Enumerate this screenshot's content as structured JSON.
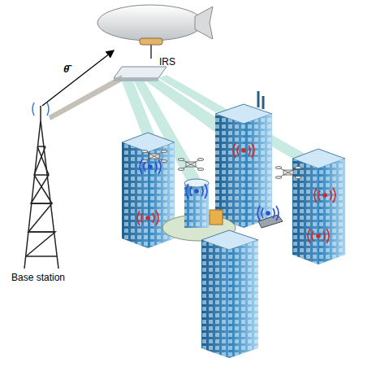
{
  "diagram": {
    "labels": [
      "IRS",
      "Base station",
      "θ̄"
    ]
  }
}
